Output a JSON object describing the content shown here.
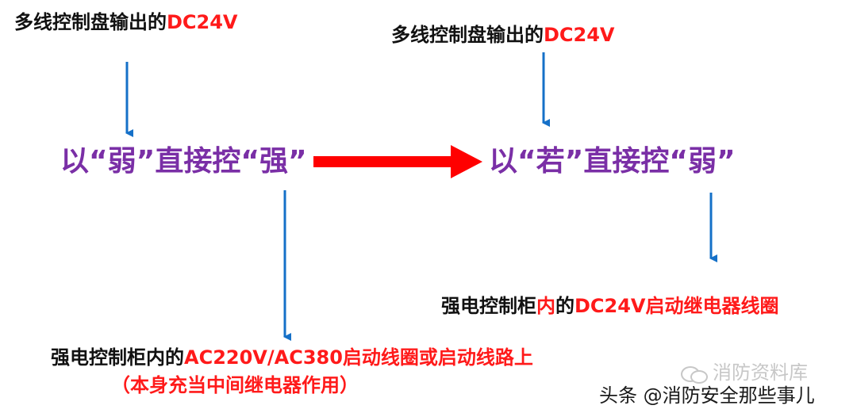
{
  "top_left": {
    "prefix": "多线控制盘输出的",
    "highlight": "DC24V"
  },
  "top_right": {
    "prefix": "多线控制盘输出的",
    "highlight": "DC24V"
  },
  "middle_left": {
    "text": "以“弱”直接控“强”"
  },
  "middle_right": {
    "text": "以“若”直接控“弱”"
  },
  "bottom_right": {
    "prefix": "强电控制柜",
    "red1": "内",
    "mid": "的",
    "red2": "DC24V启动继电器线圈"
  },
  "bottom_left": {
    "line1_prefix": "强电控制柜内的",
    "line1_highlight": "AC220V/AC380启动线圈或启动线路上",
    "line2": "（本身充当中间继电器作用）"
  },
  "watermark": {
    "account": "消防资料库",
    "credit": "头条 @消防安全那些事儿"
  },
  "colors": {
    "arrow_blue": "#1570c8",
    "arrow_red": "#ff0000",
    "purple": "#7a2fa6",
    "red_text": "#ff1a1a"
  }
}
